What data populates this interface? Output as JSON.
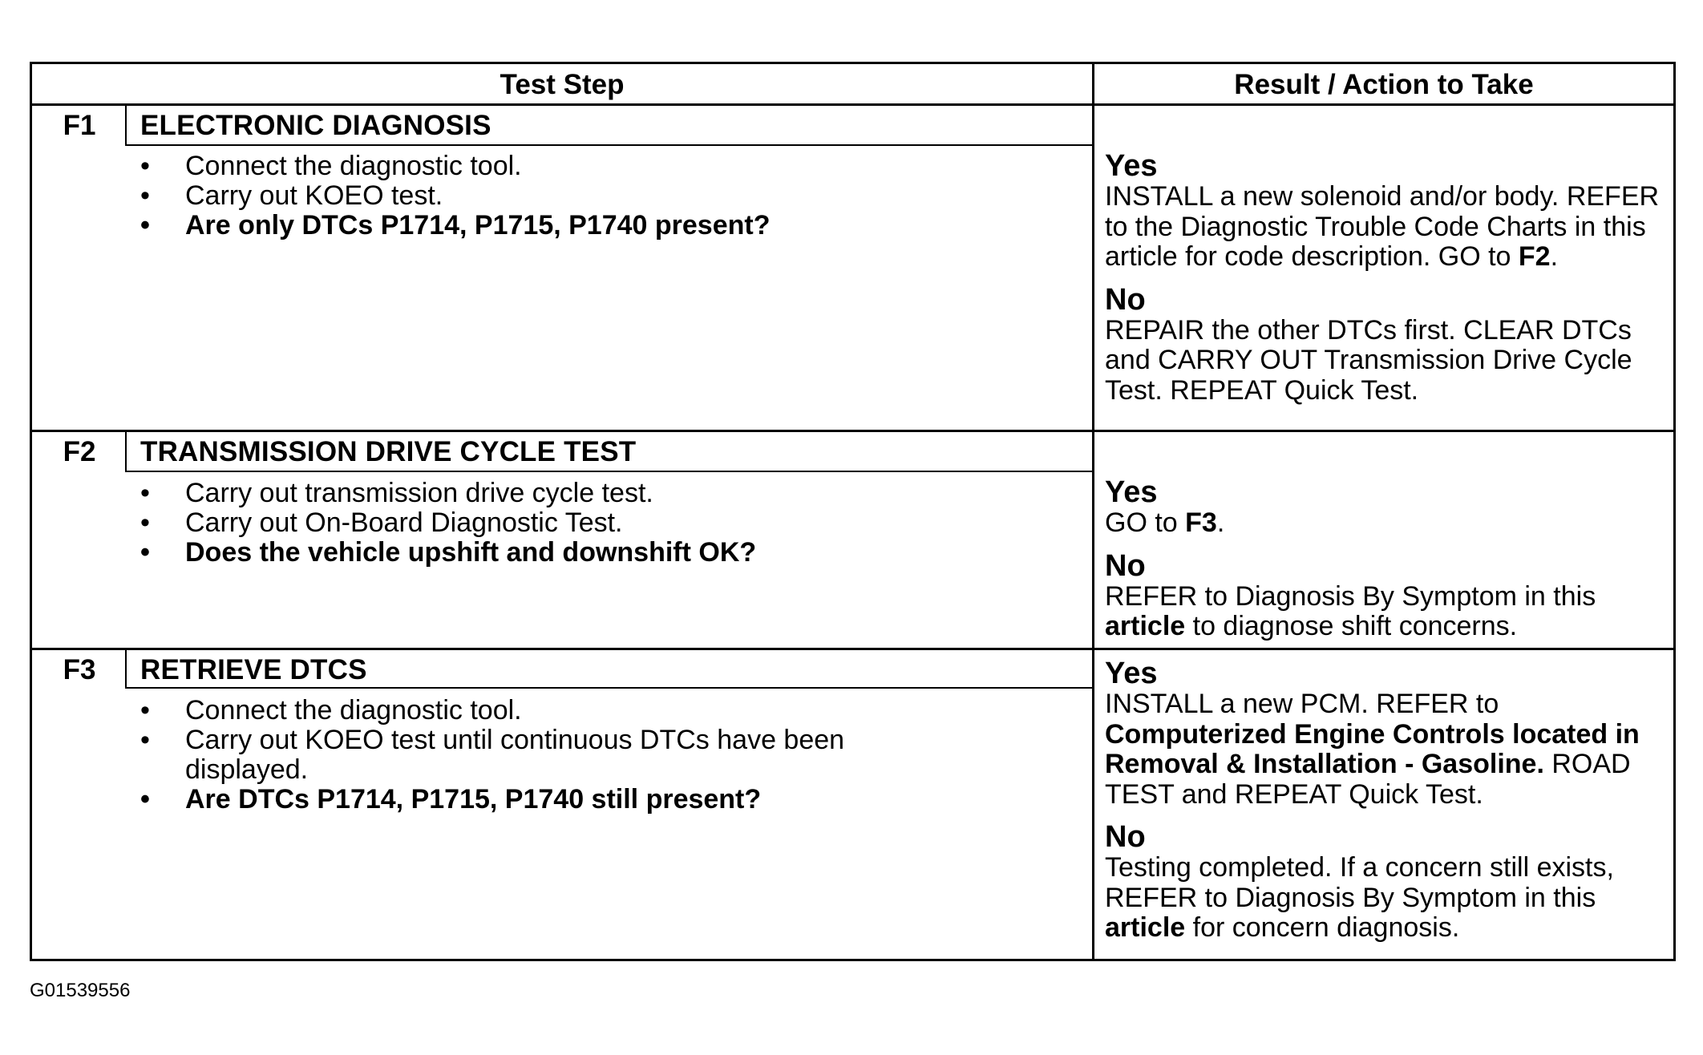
{
  "header": {
    "test_step": "Test Step",
    "result_action": "Result / Action to Take"
  },
  "steps": [
    {
      "id": "F1",
      "title": "ELECTRONIC DIAGNOSIS",
      "bullets": [
        "Connect the diagnostic tool.",
        "Carry out KOEO test.",
        "Are only DTCs P1714, P1715, P1740 present?"
      ],
      "yes_label": "Yes",
      "yes_text": "INSTALL a new solenoid and/or body. REFER to the Diagnostic Trouble Code Charts in this article for code description.",
      "yes_goto_prefix": "GO to ",
      "yes_goto_target": "F2",
      "yes_goto_suffix": ".",
      "no_label": "No",
      "no_text": "REPAIR the other DTCs first. CLEAR DTCs and CARRY OUT Transmission Drive Cycle Test. REPEAT Quick Test."
    },
    {
      "id": "F2",
      "title": "TRANSMISSION DRIVE CYCLE TEST",
      "bullets": [
        "Carry out transmission drive cycle test.",
        "Carry out On-Board Diagnostic Test.",
        "Does the vehicle upshift and downshift OK?"
      ],
      "yes_label": "Yes",
      "yes_goto_prefix": "GO to ",
      "yes_goto_target": "F3",
      "yes_goto_suffix": ".",
      "no_label": "No",
      "no_text_a": "REFER to Diagnosis By Symptom in this ",
      "no_text_bold": "article",
      "no_text_b": " to diagnose shift concerns."
    },
    {
      "id": "F3",
      "title": "RETRIEVE DTCS",
      "bullets": [
        "Connect the diagnostic tool.",
        "Carry out KOEO test until continuous DTCs have been displayed.",
        "Are DTCs P1714, P1715, P1740 still present?"
      ],
      "yes_label": "Yes",
      "yes_text_a": "INSTALL a new PCM. REFER to ",
      "yes_text_bold": "Computerized Engine Controls located in Removal & Installation - Gasoline.",
      "yes_text_b": " ROAD TEST and REPEAT Quick Test.",
      "no_label": "No",
      "no_text_a": "Testing completed. If a concern still exists, REFER to Diagnosis By Symptom in this ",
      "no_text_bold": "article",
      "no_text_b": " for concern diagnosis."
    }
  ],
  "figure_id": "G01539556"
}
